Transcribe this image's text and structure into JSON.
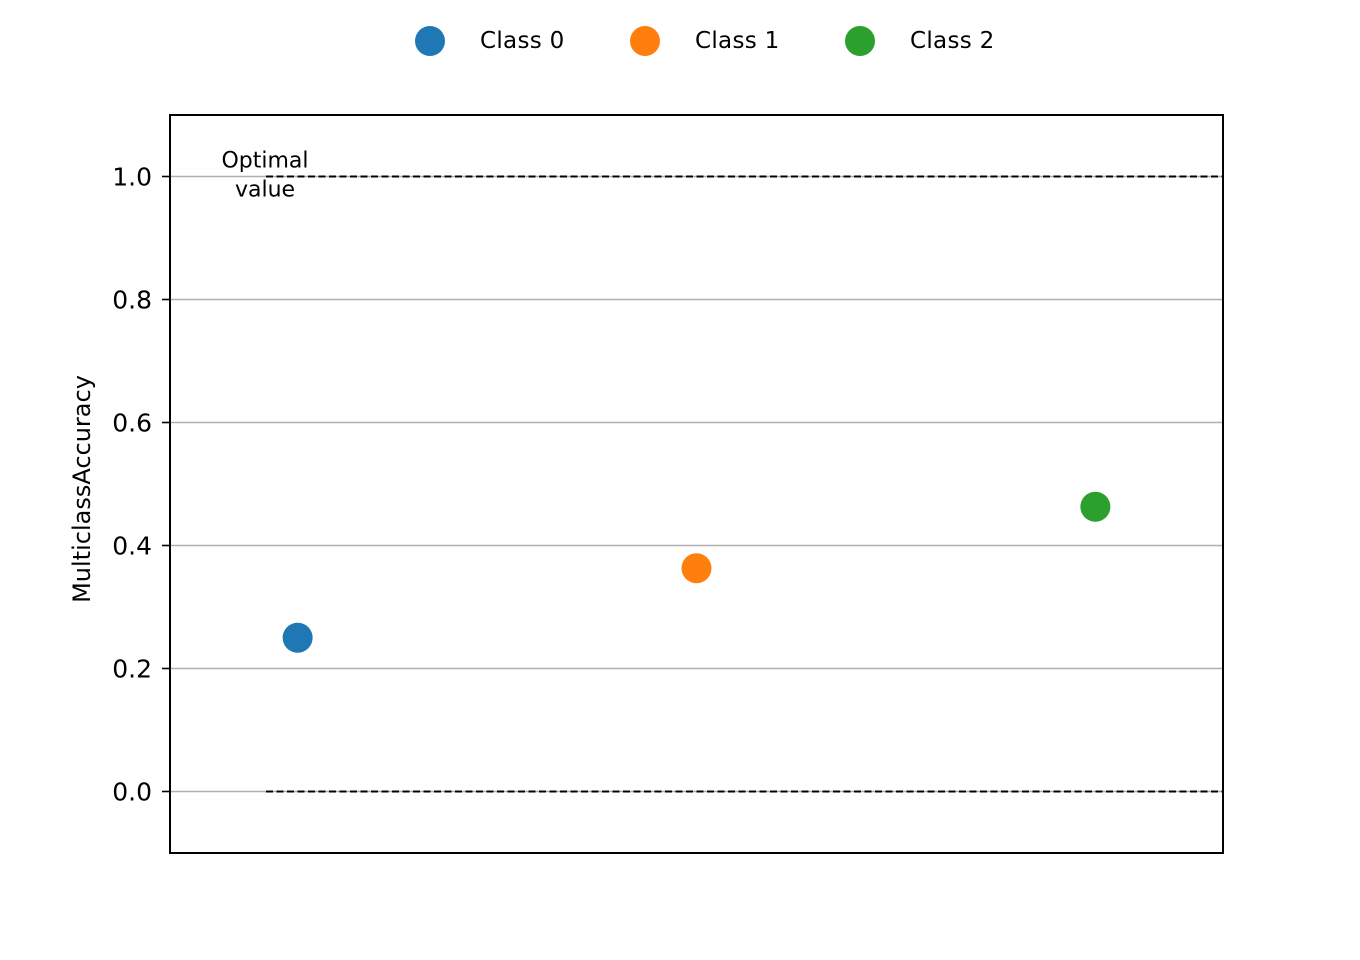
{
  "chart_data": {
    "type": "scatter",
    "categories": [
      "Class 0",
      "Class 1",
      "Class 2"
    ],
    "series": [
      {
        "name": "Class 0",
        "values": [
          0.25
        ],
        "color": "#1f77b4"
      },
      {
        "name": "Class 1",
        "values": [
          0.363
        ],
        "color": "#ff7f0e"
      },
      {
        "name": "Class 2",
        "values": [
          0.463
        ],
        "color": "#2ca02c"
      }
    ],
    "ylabel": "MulticlassAccuracy",
    "ylim": [
      -0.1,
      1.1
    ],
    "yticks": [
      0.0,
      0.2,
      0.4,
      0.6,
      0.8,
      1.0
    ],
    "ytick_labels": [
      "0.0",
      "0.2",
      "0.4",
      "0.6",
      "0.8",
      "1.0"
    ],
    "grid": "horizontal",
    "legend_placement": "top-center",
    "reference_lines": [
      {
        "y": 1.0,
        "style": "dashed",
        "label_line1": "Optimal",
        "label_line2": "value"
      },
      {
        "y": 0.0,
        "style": "dashed"
      }
    ]
  }
}
